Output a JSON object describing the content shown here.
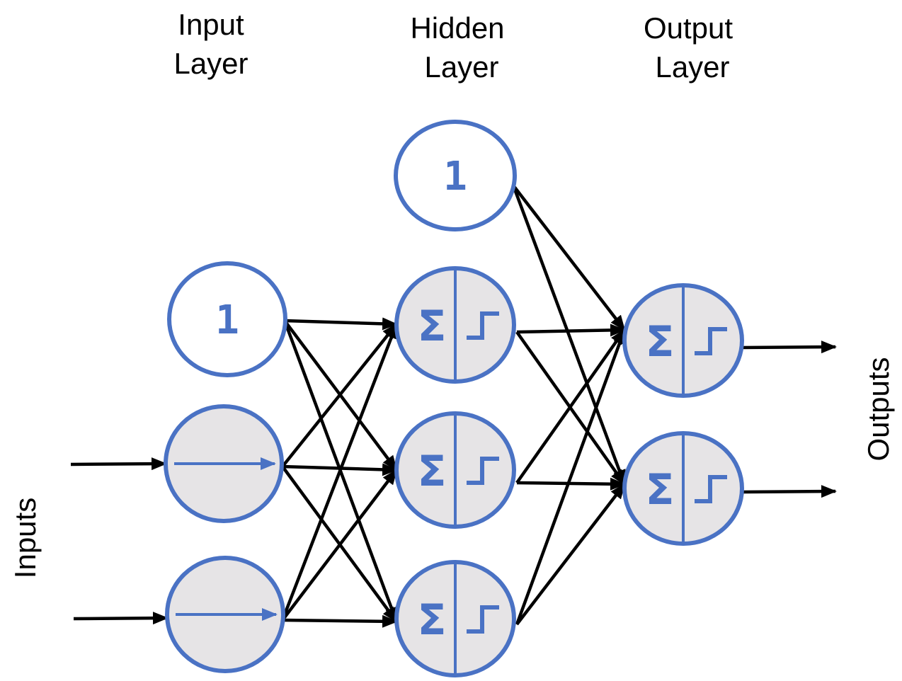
{
  "colors": {
    "node_stroke": "#4a72c4",
    "node_fill_active": "#e6e4e6",
    "node_fill_bias": "#ffffff",
    "edge": "#000000",
    "text": "#000000"
  },
  "titles": {
    "input_line1": "Input",
    "input_line2": "Layer",
    "hidden_line1": "Hidden",
    "hidden_line2": "Layer",
    "output_line1": "Output",
    "output_line2": "Layer"
  },
  "side_labels": {
    "inputs": "Inputs",
    "outputs": "Outputs"
  },
  "nodes": {
    "input_bias": {
      "symbol": "1"
    },
    "hidden_bias": {
      "symbol": "1"
    },
    "sum_symbol": "Σ"
  },
  "icons": {
    "identity": "arrow-right-icon",
    "activation": "step-function-icon",
    "summation": "sigma-icon"
  }
}
